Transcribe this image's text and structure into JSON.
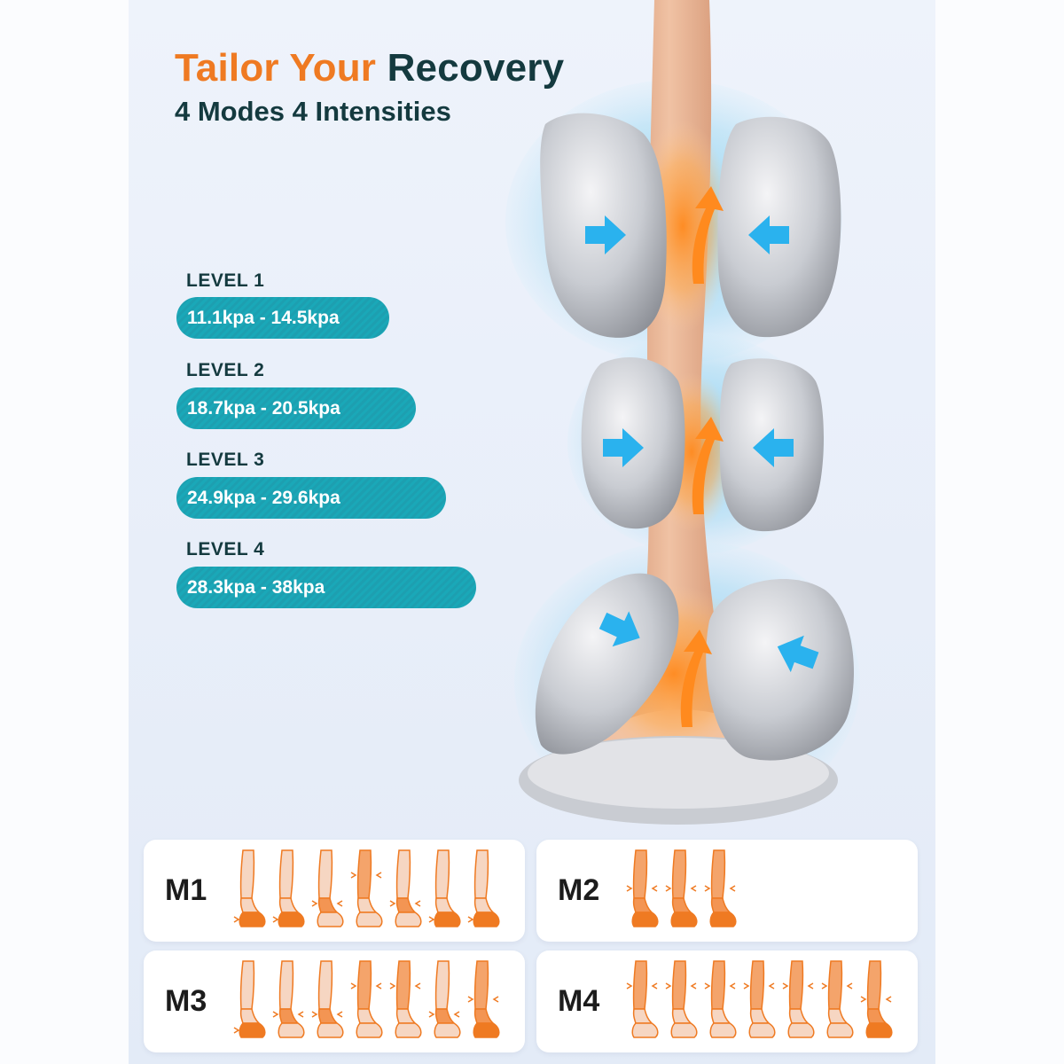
{
  "headline": {
    "part1": "Tailor Your",
    "part2": "Recovery"
  },
  "subheadline": "4 Modes 4 Intensities",
  "levels": [
    {
      "title": "LEVEL 1",
      "range": "11.1kpa - 14.5kpa"
    },
    {
      "title": "LEVEL 2",
      "range": "18.7kpa - 20.5kpa"
    },
    {
      "title": "LEVEL 3",
      "range": "24.9kpa - 29.6kpa"
    },
    {
      "title": "LEVEL 4",
      "range": "28.3kpa - 38kpa"
    }
  ],
  "modes": [
    {
      "label": "M1",
      "icon_count": 7,
      "pattern": [
        "foot",
        "foot",
        "ankle",
        "calf",
        "ankle",
        "foot",
        "foot"
      ]
    },
    {
      "label": "M2",
      "icon_count": 3,
      "pattern": [
        "full",
        "full",
        "full"
      ]
    },
    {
      "label": "M3",
      "icon_count": 7,
      "pattern": [
        "foot",
        "ankle",
        "ankle",
        "calf",
        "calf",
        "ankle",
        "full"
      ]
    },
    {
      "label": "M4",
      "icon_count": 7,
      "pattern": [
        "calf",
        "calf",
        "calf",
        "calf",
        "calf",
        "calf",
        "full"
      ]
    }
  ],
  "colors": {
    "accent_orange": "#ef7a22",
    "heading_dark": "#143a3f",
    "pill_teal": "#1aa8b8",
    "arrow_blue": "#2ab2ee",
    "airbag_silver": "#c9ccd2",
    "leg_skin": "#f0c2a4"
  },
  "icons": {
    "pressure_arrow": "pressure-arrow-icon",
    "flow_arrow": "circulation-arrow-icon",
    "leg_mode": "leg-mode-icon"
  }
}
